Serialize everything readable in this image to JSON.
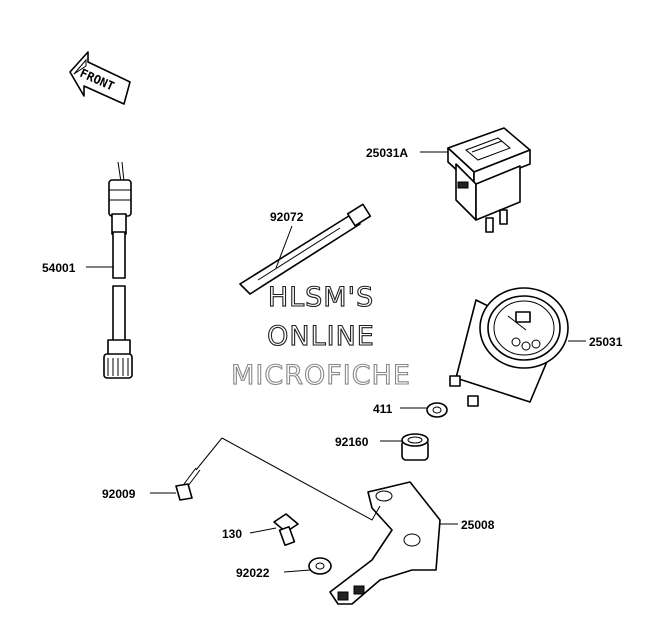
{
  "front_arrow": {
    "label": "FRONT"
  },
  "watermark": {
    "line1": "HLSM'S",
    "line2": "ONLINE",
    "line3": "MICROFICHE"
  },
  "parts": [
    {
      "id": "speedo-cable",
      "number": "54001"
    },
    {
      "id": "cable-tie",
      "number": "92072"
    },
    {
      "id": "hour-meter",
      "number": "25031A"
    },
    {
      "id": "gauge",
      "number": "25031"
    },
    {
      "id": "washer-411",
      "number": "411"
    },
    {
      "id": "grommet",
      "number": "92160"
    },
    {
      "id": "screw",
      "number": "92009"
    },
    {
      "id": "bracket",
      "number": "25008"
    },
    {
      "id": "bolt",
      "number": "130"
    },
    {
      "id": "washer-92022",
      "number": "92022"
    }
  ]
}
